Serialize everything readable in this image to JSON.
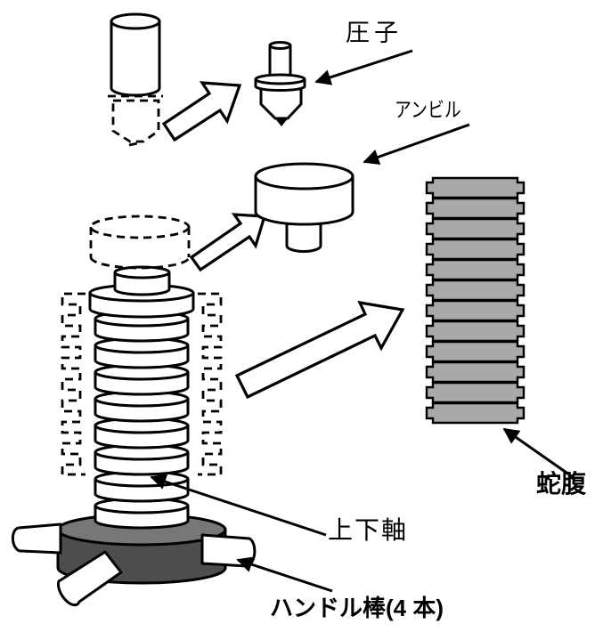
{
  "diagram": {
    "labels": {
      "indenter": "圧子",
      "anvil": "アンビル",
      "bellows": "蛇腹",
      "vertical_shaft": "上下軸",
      "handle_rods": "ハンドル棒(4 本)"
    },
    "colors": {
      "background": "#FFFFFF",
      "outline": "#000000",
      "part_fill": "#FFFFFF",
      "bellows_fill": "#A9A9A9",
      "base_side_fill": "#4D4D4D",
      "base_top_fill": "#777777"
    }
  }
}
